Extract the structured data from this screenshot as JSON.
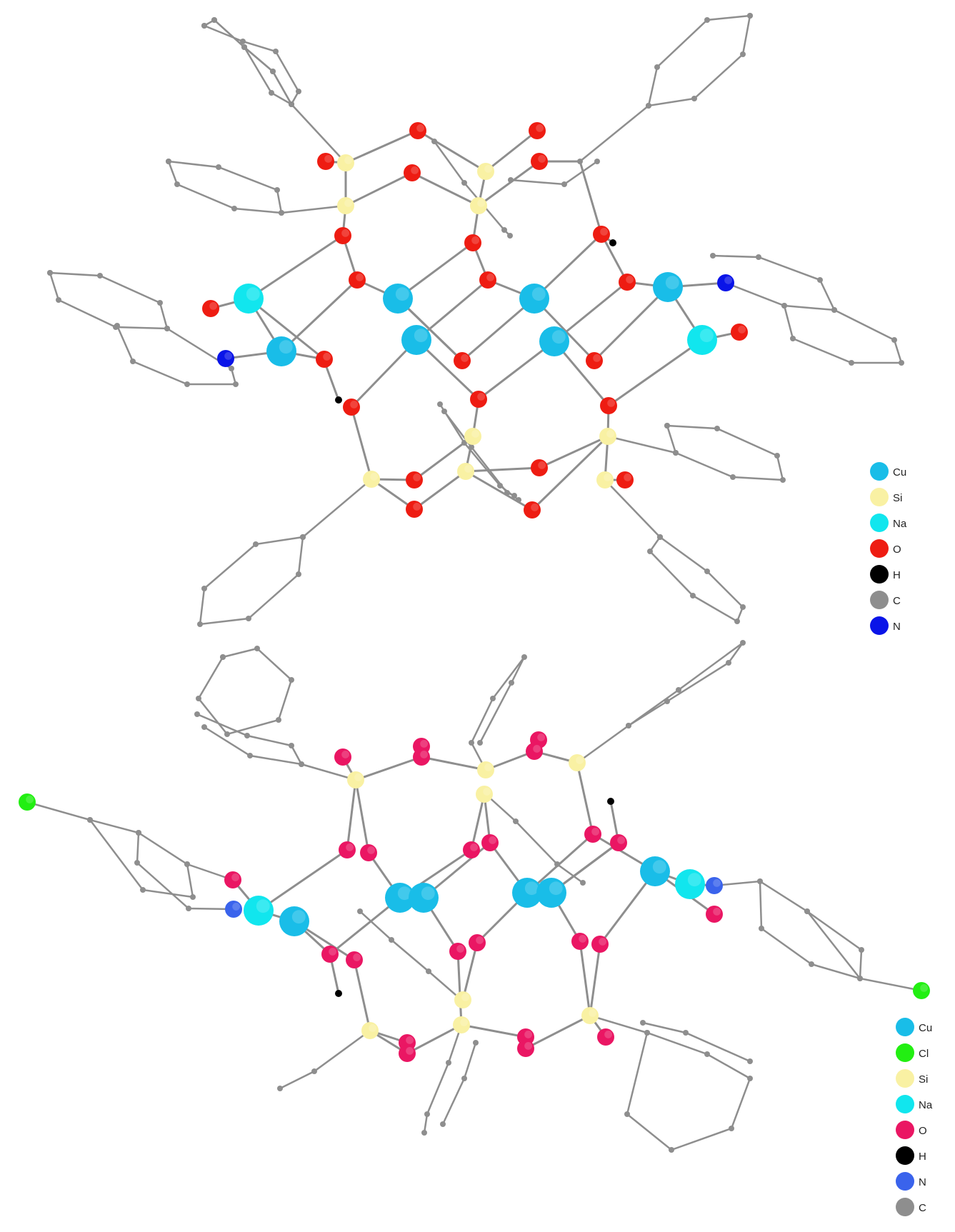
{
  "legends": {
    "top": {
      "entries": [
        {
          "symbol": "Cu",
          "color": "#19bde8"
        },
        {
          "symbol": "Si",
          "color": "#f9f1a3"
        },
        {
          "symbol": "Na",
          "color": "#11e6ee"
        },
        {
          "symbol": "O",
          "color": "#ee1c12"
        },
        {
          "symbol": "H",
          "color": "#000000"
        },
        {
          "symbol": "C",
          "color": "#8e8e8e"
        },
        {
          "symbol": "N",
          "color": "#0a14e8"
        }
      ]
    },
    "bottom": {
      "entries": [
        {
          "symbol": "Cu",
          "color": "#19bde8"
        },
        {
          "symbol": "Cl",
          "color": "#22ef12"
        },
        {
          "symbol": "Si",
          "color": "#f9f1a3"
        },
        {
          "symbol": "Na",
          "color": "#11e6ee"
        },
        {
          "symbol": "O",
          "color": "#ea1663"
        },
        {
          "symbol": "H",
          "color": "#000000"
        },
        {
          "symbol": "N",
          "color": "#3a63ec"
        },
        {
          "symbol": "C",
          "color": "#8e8e8e"
        }
      ]
    }
  },
  "element_colors": {
    "Cu": "#19bde8",
    "Si": "#f9f1a3",
    "Na": "#11e6ee",
    "O_top": "#ee1c12",
    "O_bottom": "#ea1663",
    "H": "#000000",
    "C": "#8e8e8e",
    "N_top": "#0a14e8",
    "N_bottom": "#3a63ec",
    "Cl": "#22ef12"
  }
}
